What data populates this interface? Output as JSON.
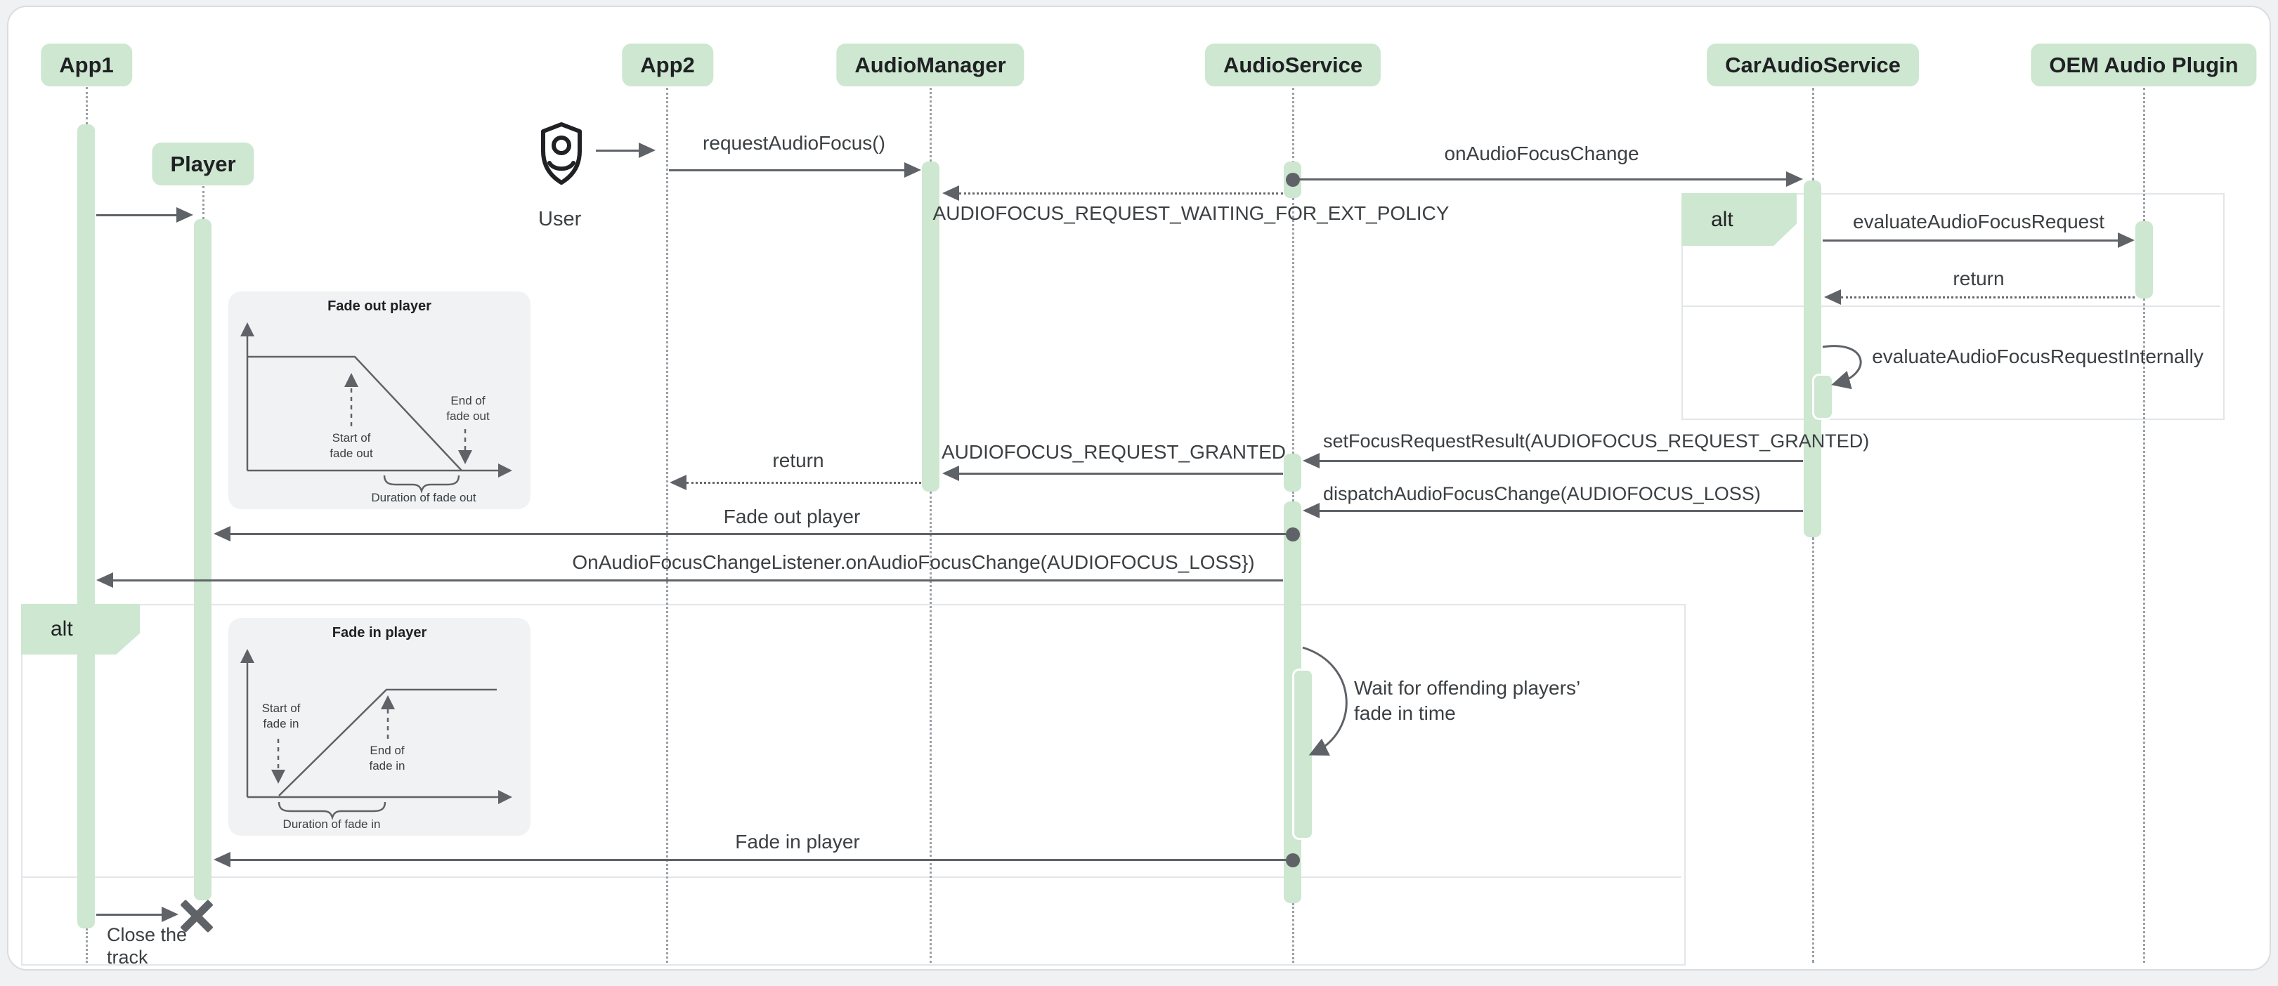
{
  "colors": {
    "green": "#cde7d0",
    "line": "#5f6368",
    "text": "#3c4043",
    "card_bg": "#ffffff",
    "page_bg": "#eff1f2",
    "inset_bg": "#f0f2f4"
  },
  "participants": [
    {
      "label": "App1"
    },
    {
      "label": "Player"
    },
    {
      "label": "App2"
    },
    {
      "label": "AudioManager"
    },
    {
      "label": "AudioService"
    },
    {
      "label": "CarAudioService"
    },
    {
      "label": "OEM Audio Plugin"
    }
  ],
  "actor": {
    "label": "User",
    "icon": "shield-user-icon"
  },
  "fragments": {
    "alt_top": {
      "label": "alt"
    },
    "alt_bottom": {
      "label": "alt"
    }
  },
  "messages": {
    "request": "requestAudioFocus()",
    "onchange": "onAudioFocusChange",
    "waiting": "AUDIOFOCUS_REQUEST_WAITING_FOR_EXT_POLICY",
    "evaluate": "evaluateAudioFocusRequest",
    "eval_return": "return",
    "evaluate_internal": "evaluateAudioFocusRequestInternally",
    "set_result": "setFocusRequestResult(AUDIOFOCUS_REQUEST_GRANTED)",
    "granted": "AUDIOFOCUS_REQUEST_GRANTED",
    "mgr_return": "return",
    "dispatch": "dispatchAudioFocusChange(AUDIOFOCUS_LOSS)",
    "fade_out": "Fade out player",
    "listener": "OnAudioFocusChangeListener.onAudioFocusChange(AUDIOFOCUS_LOSS})",
    "wait": "Wait for offending players’ fade in time",
    "fade_in": "Fade in player",
    "close": "Close the track"
  },
  "charts": [
    {
      "type": "line",
      "title": "Fade out player",
      "start_label": "Start of fade out",
      "end_label": "End of fade out",
      "duration_label": "Duration of fade out",
      "shape": "volume level flat at high, then linear ramp down to zero"
    },
    {
      "type": "line",
      "title": "Fade in player",
      "start_label": "Start of fade in",
      "end_label": "End of fade in",
      "duration_label": "Duration of fade in",
      "shape": "volume ramps linearly up from zero, then flat at high"
    }
  ]
}
